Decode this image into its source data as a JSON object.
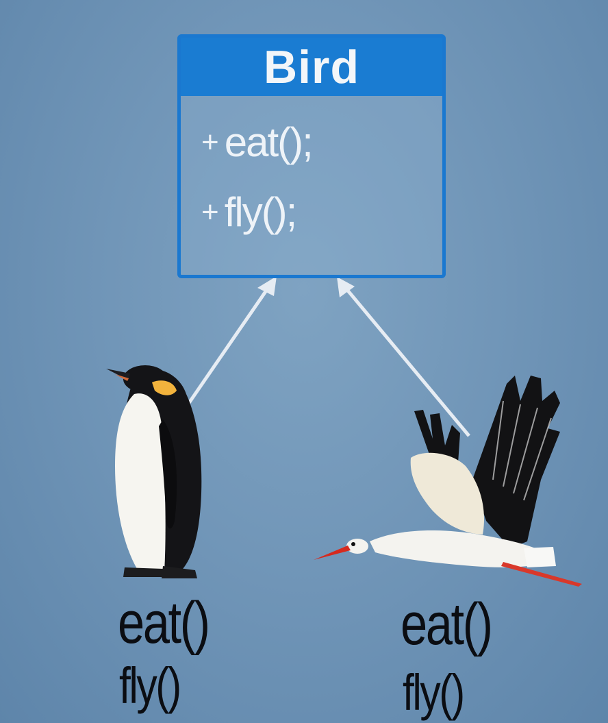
{
  "class_box": {
    "name": "Bird",
    "methods": [
      {
        "visibility": "+",
        "signature": "eat();"
      },
      {
        "visibility": "+",
        "signature": "fly();"
      }
    ]
  },
  "penguin": {
    "methods": [
      "eat()",
      "fly()"
    ]
  },
  "stork": {
    "methods": [
      "eat()",
      "fly()"
    ]
  },
  "colors": {
    "class_header": "#1a7cd2",
    "class_border": "#1a78d0",
    "arrow": "#e6ecf3",
    "background": "#7196b8"
  }
}
